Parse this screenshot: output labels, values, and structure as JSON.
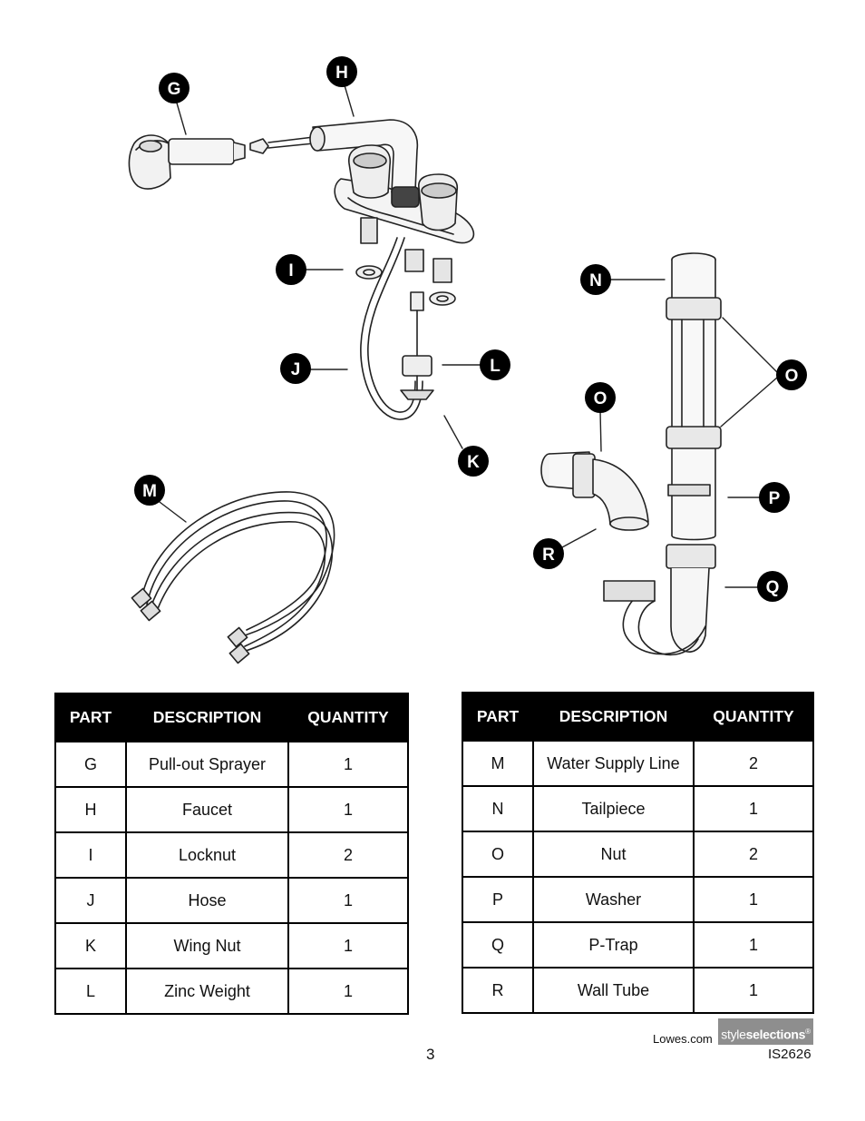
{
  "callouts": {
    "G": "G",
    "H": "H",
    "I": "I",
    "J": "J",
    "K": "K",
    "L": "L",
    "M": "M",
    "N": "N",
    "O1": "O",
    "O2": "O",
    "P": "P",
    "Q": "Q",
    "R": "R"
  },
  "tables": {
    "headers": {
      "part": "PART",
      "description": "DESCRIPTION",
      "quantity": "QUANTITY"
    },
    "left": {
      "rows": [
        {
          "part": "G",
          "description": "Pull-out Sprayer",
          "quantity": "1"
        },
        {
          "part": "H",
          "description": "Faucet",
          "quantity": "1"
        },
        {
          "part": "I",
          "description": "Locknut",
          "quantity": "2"
        },
        {
          "part": "J",
          "description": "Hose",
          "quantity": "1"
        },
        {
          "part": "K",
          "description": "Wing Nut",
          "quantity": "1"
        },
        {
          "part": "L",
          "description": "Zinc Weight",
          "quantity": "1"
        }
      ]
    },
    "right": {
      "rows": [
        {
          "part": "M",
          "description": "Water Supply Line",
          "quantity": "2"
        },
        {
          "part": "N",
          "description": "Tailpiece",
          "quantity": "1"
        },
        {
          "part": "O",
          "description": "Nut",
          "quantity": "2"
        },
        {
          "part": "P",
          "description": "Washer",
          "quantity": "1"
        },
        {
          "part": "Q",
          "description": "P-Trap",
          "quantity": "1"
        },
        {
          "part": "R",
          "description": "Wall Tube",
          "quantity": "1"
        }
      ]
    }
  },
  "footer": {
    "page_number": "3",
    "website": "Lowes.com",
    "brand_light": "style",
    "brand_bold": "selections",
    "brand_mark": "®",
    "doc_code": "IS2626"
  },
  "colors": {
    "label_fill": "#000000",
    "line_art": "#222222",
    "brand_box": "#8e8e8e"
  }
}
